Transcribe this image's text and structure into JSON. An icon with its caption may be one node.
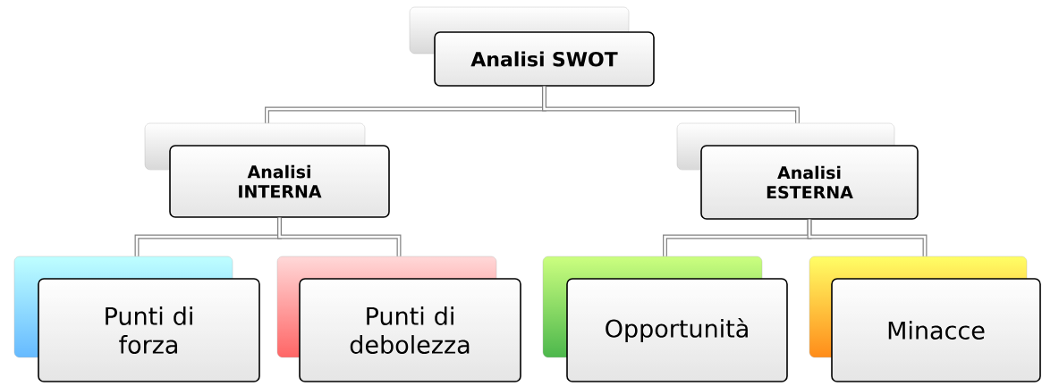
{
  "diagram": {
    "nodes": [
      {
        "text": [
          "Analisi SWOT"
        ]
      },
      {
        "text": [
          "Analisi INTERNA"
        ]
      },
      {
        "text": [
          "Analisi ESTERNA"
        ]
      },
      {
        "text": [
          "Punti di forza"
        ]
      },
      {
        "text": [
          "Punti di debolezza"
        ]
      },
      {
        "text": [
          "Opportunità"
        ]
      },
      {
        "text": [
          "Minacce"
        ]
      }
    ],
    "edges": [
      {
        "from": 0,
        "to": 1,
        "arrow": "none"
      },
      {
        "from": 0,
        "to": 2,
        "arrow": "none"
      },
      {
        "from": 1,
        "to": 3,
        "arrow": "none"
      },
      {
        "from": 1,
        "to": 4,
        "arrow": "none"
      },
      {
        "from": 2,
        "to": 5,
        "arrow": "none"
      },
      {
        "from": 2,
        "to": 6,
        "arrow": "none"
      }
    ]
  }
}
